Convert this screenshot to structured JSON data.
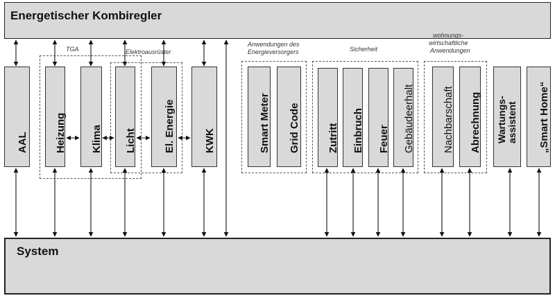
{
  "top_bar": {
    "title": "Energetischer Kombiregler"
  },
  "bottom_bar": {
    "title": "System"
  },
  "groups": {
    "tga": "TGA",
    "elektro": "Elektroausrüster",
    "versorger_line1": "Anwendungen  des",
    "versorger_line2": "Energieversorgers",
    "sicherheit": "Sicherheit",
    "wohnung_line1": "wohnungs-",
    "wohnung_line2": "wirtschaftliche",
    "wohnung_line3": "Anwendungen"
  },
  "boxes": {
    "aal": "AAL",
    "heizung": "Heizung",
    "klima": "Klima",
    "licht": "Licht",
    "el_energie": "El. Energie",
    "kwk": "KWK",
    "smart_meter": "Smart Meter",
    "grid_code": "Grid Code",
    "zutritt": "Zutritt",
    "einbruch": "Einbruch",
    "feuer": "Feuer",
    "gebaeudeerhalt": "Gebäudeerhalt",
    "nachbarschaft": "Nachbarschaft",
    "abrechnung": "Abrechnung",
    "wartung_line1": "Wartungs-",
    "wartung_line2": "assistent",
    "smart_home": "„Smart Home“"
  }
}
